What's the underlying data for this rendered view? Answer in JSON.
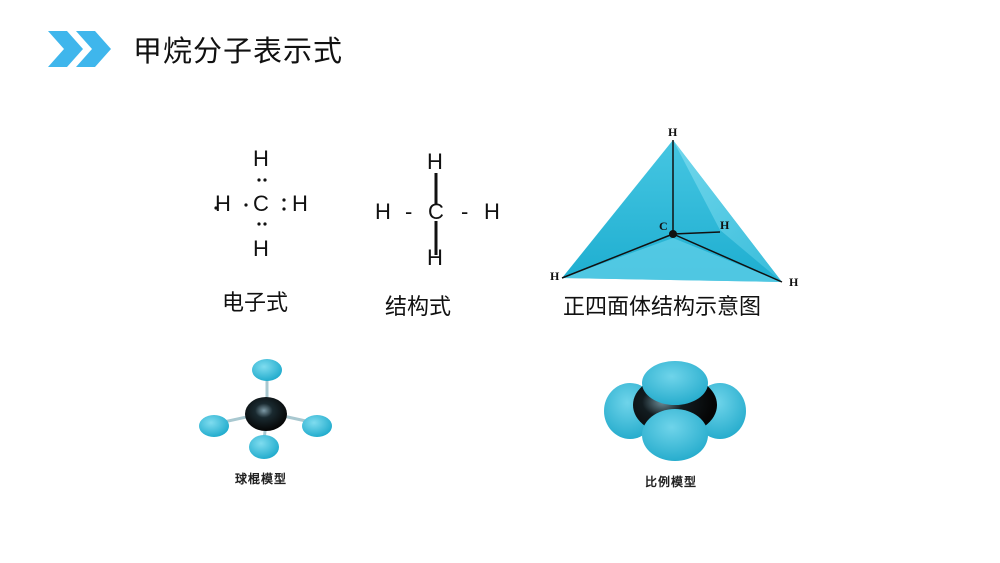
{
  "slide": {
    "title": "甲烷分子表示式",
    "title_icon": "double-chevron-right-icon",
    "accent_color": "#3fb6ec"
  },
  "electron_formula": {
    "caption": "电子式",
    "center": "C",
    "top": "H",
    "bottom": "H",
    "left": "H",
    "right": "H"
  },
  "structural_formula": {
    "caption": "结构式",
    "center": "C",
    "top": "H",
    "bottom": "H",
    "left": "H",
    "right": "H",
    "dash_left": "-",
    "dash_right": "-"
  },
  "tetrahedron": {
    "caption": "正四面体结构示意图",
    "center": "C",
    "top": "H",
    "back_right": "H",
    "front_left": "H",
    "front_right": "H",
    "fill_color": "#29b6d6"
  },
  "ball_stick_model": {
    "caption": "球棍模型",
    "hydrogen_color": "#2fb4d4",
    "carbon_color": "#0b0b0b"
  },
  "space_filling_model": {
    "caption": "比例模型",
    "hydrogen_color": "#36b8d6",
    "carbon_color": "#0b0b0b"
  }
}
